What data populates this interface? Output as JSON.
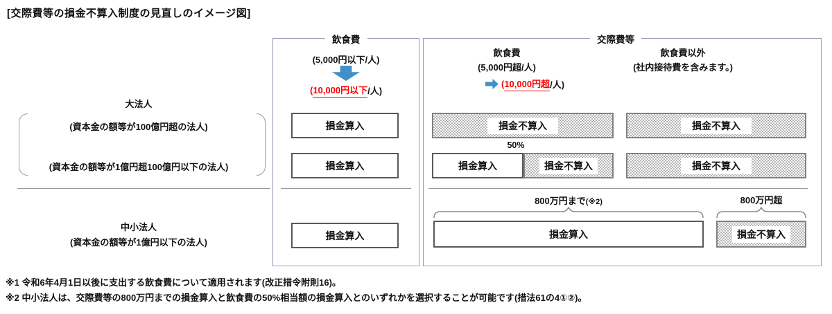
{
  "title": "[交際費等の損金不算入制度の見直しのイメージ図]",
  "colors": {
    "accent_blue": "#4191c6",
    "highlight_red": "#ff0000",
    "panel_border": "#9898ba",
    "deductible_box_border": "#595959",
    "hatch_gray": "#b5b5b5"
  },
  "left_labels": {
    "large_corp": "大法人",
    "large_corp_over_100b": "(資本金の額等が100億円超の法人)",
    "large_corp_1b_to_100b": "(資本金の額等が1億円超100億円以下の法人)",
    "sme": "中小法人",
    "sme_under_100m": "(資本金の額等が1億円以下の法人)"
  },
  "left_panel": {
    "header": "飲食費",
    "old_limit": "(5,000円以下/人)",
    "new_prefix": "(",
    "new_red": "10,000円以下",
    "new_suffix": "/人)",
    "rows": [
      "損金算入",
      "損金算入",
      "損金算入"
    ]
  },
  "right_panel": {
    "header": "交際費等",
    "col_food": {
      "title": "飲食費",
      "old_limit": "(5,000円超/人)",
      "new_prefix": "(",
      "new_red": "10,000円超",
      "new_suffix": "/人)"
    },
    "col_other": {
      "title": "飲食費以外",
      "subtitle": "(社内接待費を含みます。)"
    },
    "row1": {
      "food": "損金不算入",
      "other": "損金不算入"
    },
    "row2": {
      "split_label": "50%",
      "food_left": "損金算入",
      "food_right": "損金不算入",
      "other": "損金不算入"
    },
    "bottom": {
      "label_up_to_800": "800万円まで",
      "label_up_to_800_note": "(※2)",
      "box_up_to_800": "損金算入",
      "label_over_800": "800万円超",
      "box_over_800": "損金不算入"
    }
  },
  "notes": [
    "※1 令和6年4月1日以後に支出する飲食費について適用されます(改正措令附則16)。",
    "※2 中小法人は、交際費等の800万円までの損金算入と飲食費の50%相当額の損金算入とのいずれかを選択することが可能です(措法61の4①②)。"
  ]
}
